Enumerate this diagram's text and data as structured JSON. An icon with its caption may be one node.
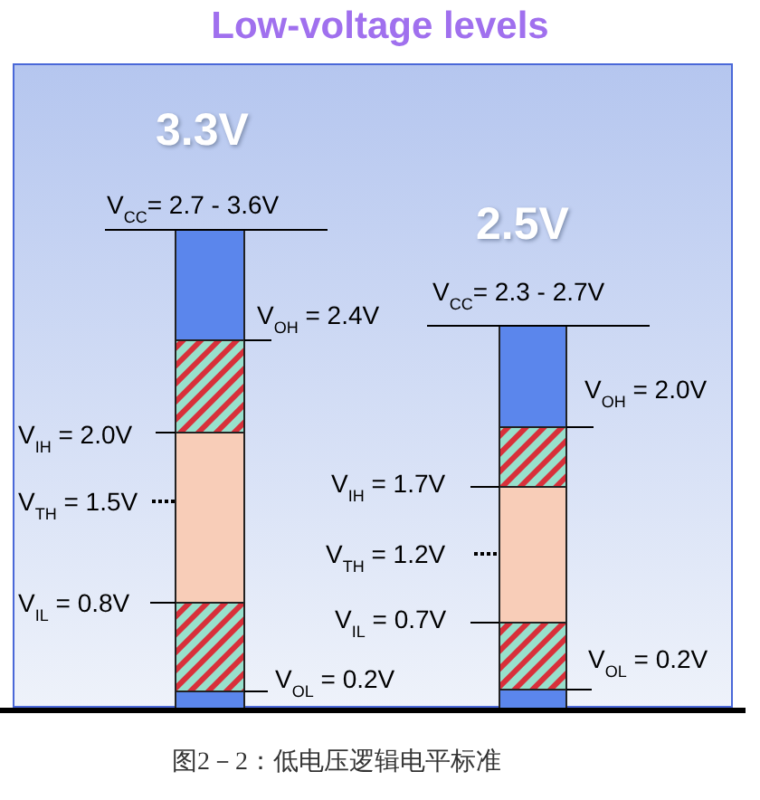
{
  "diagram": {
    "title": "Low-voltage levels",
    "caption": "图2－2：低电压逻辑电平标准",
    "labels": [
      "3.3V",
      "V$_{CC}$= 2.7 - 3.6V",
      "V$_{OH}$ = 2.4V",
      "V$_{IH}$ = 2.0V",
      "V$_{TH}$ = 1.5V",
      "V$_{IL}$ = 0.8V",
      "V$_{OL}$ = 0.2V",
      "2.5V",
      "V$_{CC}$= 2.3 - 2.7V",
      "V$_{OH}$ = 2.0V",
      "V$_{IH}$ = 1.7V",
      "V$_{TH}$ = 1.2V",
      "V$_{IL}$ = 0.7V",
      "V$_{OL}$ = 0.2V"
    ]
  }
}
